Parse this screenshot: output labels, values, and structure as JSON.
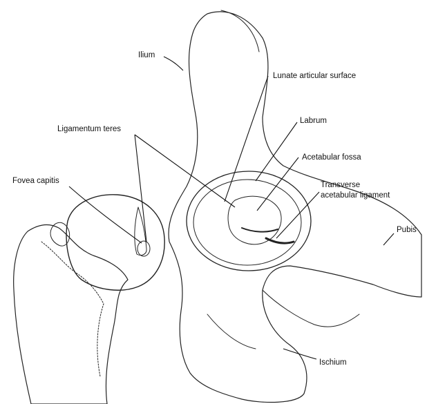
{
  "labels": {
    "ilium": "Ilium",
    "lunate": "Lunate articular surface",
    "labrum": "Labrum",
    "ligamentum_teres": "Ligamentum teres",
    "acetabular_fossa": "Acetabular fossa",
    "fovea_capitis": "Fovea capitis",
    "transverse_line1": "Transverse",
    "transverse_line2": "acetabular ligament",
    "pubis": "Pubis",
    "ischium": "Ischium"
  }
}
